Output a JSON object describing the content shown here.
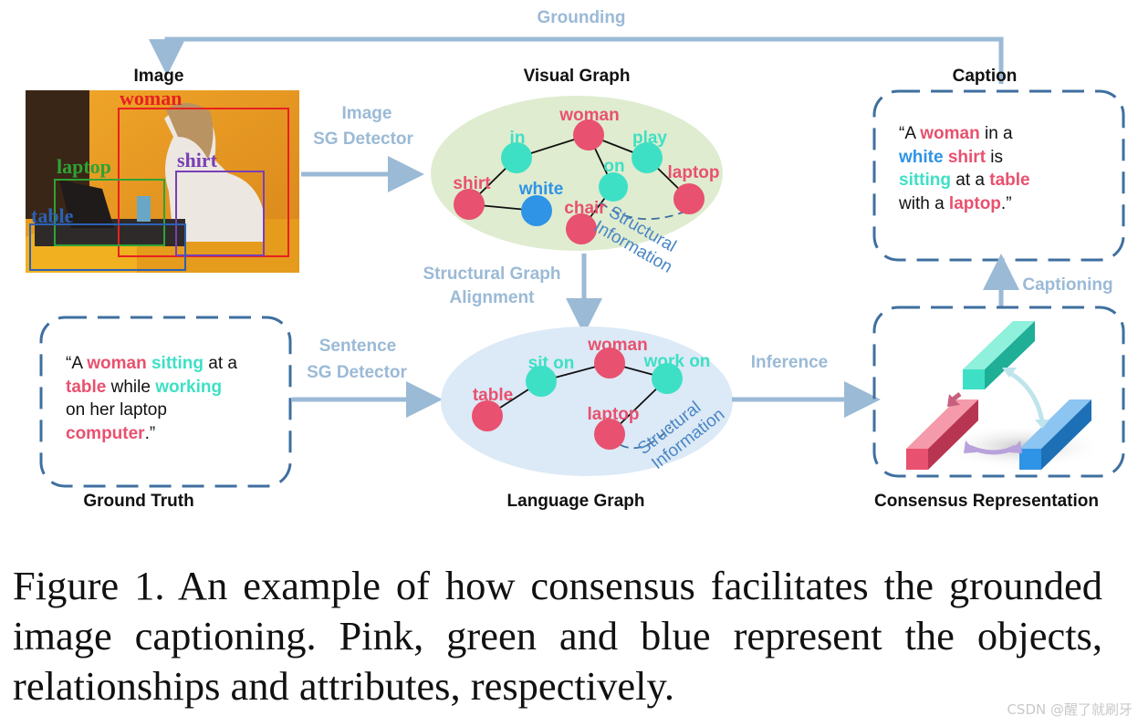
{
  "colors": {
    "object": "#e8516f",
    "relation": "#3ee0c5",
    "attribute": "#2f93e6",
    "flow": "#9bbad6",
    "box_border": "#3f6f9f",
    "visual_graph_bg": "#dfeccf",
    "language_graph_bg": "#dce9f6"
  },
  "headers": {
    "image": "Image",
    "visual_graph": "Visual Graph",
    "caption": "Caption",
    "ground_truth": "Ground Truth",
    "language_graph": "Language Graph",
    "consensus": "Consensus Representation"
  },
  "flows": {
    "grounding": "Grounding",
    "image_sg_1": "Image",
    "image_sg_2": "SG Detector",
    "sentence_sg_1": "Sentence",
    "sentence_sg_2": "SG Detector",
    "alignment_1": "Structural Graph",
    "alignment_2": "Alignment",
    "inference": "Inference",
    "captioning": "Captioning"
  },
  "photo_labels": {
    "woman": "woman",
    "laptop": "laptop",
    "shirt": "shirt",
    "table": "table"
  },
  "visual_graph": {
    "nodes": {
      "woman": "woman",
      "in": "in",
      "play": "play",
      "on": "on",
      "laptop": "laptop",
      "shirt": "shirt",
      "white": "white",
      "chair": "chair"
    },
    "structural_1": "Structural",
    "structural_2": "Information"
  },
  "language_graph": {
    "nodes": {
      "woman": "woman",
      "sit_on": "sit on",
      "work_on": "work on",
      "table": "table",
      "laptop": "laptop"
    },
    "structural_1": "Structural",
    "structural_2": "Information"
  },
  "ground_truth_text": {
    "l1_a": "“A ",
    "l1_b": "woman",
    "l1_c": " ",
    "l1_d": "sitting",
    "l1_e": " at a",
    "l2_a": "table",
    "l2_b": " while ",
    "l2_c": "working",
    "l3": "on her laptop",
    "l4_a": "computer",
    "l4_b": ".”"
  },
  "caption_text": {
    "l1_a": "“A ",
    "l1_b": "woman",
    "l1_c": " in a",
    "l2_a": "white",
    "l2_b": " ",
    "l2_c": "shirt",
    "l2_d": " is",
    "l3_a": "sitting",
    "l3_b": " at a ",
    "l3_c": "table",
    "l4_a": "with a ",
    "l4_b": "laptop",
    "l4_c": ".”"
  },
  "figure_caption": "Figure 1. An example of how consensus facilitates the grounded image captioning. Pink, green and blue represent the objects, relationships and attributes, respectively.",
  "watermark": "CSDN @醒了就刷牙"
}
